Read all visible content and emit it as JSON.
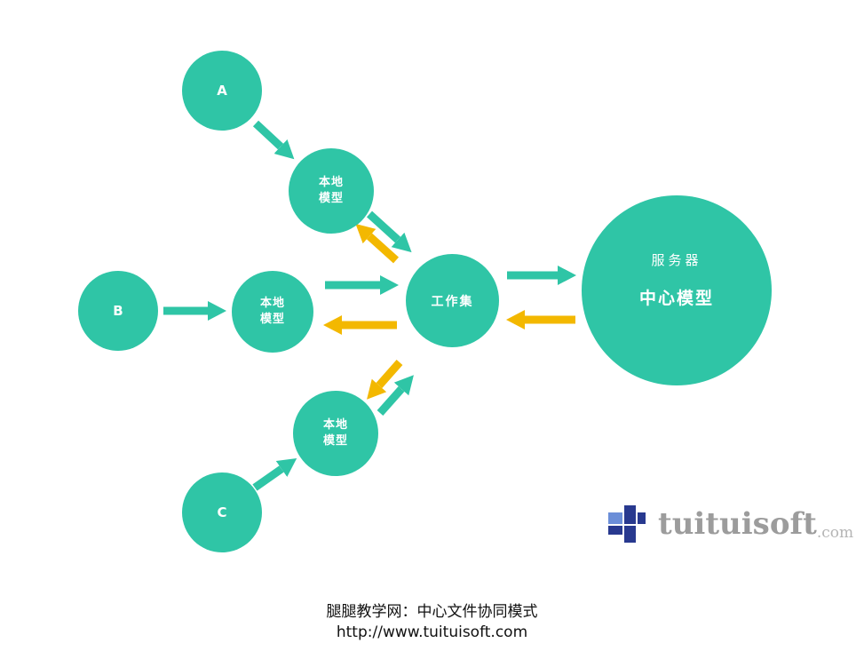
{
  "colors": {
    "node_fill": "#2fc5a6",
    "arrow_forward": "#2fc5a6",
    "arrow_back": "#f3b800",
    "logo_dark_blue": "#28398f",
    "logo_light_blue": "#6b8ed8",
    "logo_text_gray": "#9c9c9c"
  },
  "nodes": {
    "a": {
      "label": "A"
    },
    "b": {
      "label": "B"
    },
    "c": {
      "label": "C"
    },
    "local_top": {
      "line1": "本地",
      "line2": "模型"
    },
    "local_mid": {
      "line1": "本地",
      "line2": "模型"
    },
    "local_bottom": {
      "line1": "本地",
      "line2": "模型"
    },
    "workset": {
      "label": "工作集"
    },
    "server": {
      "title": "服务器",
      "subtitle": "中心模型"
    }
  },
  "edges": [
    {
      "from": "A",
      "to": "本地模型(上)",
      "direction": "forward",
      "color": "green"
    },
    {
      "from": "本地模型(上)",
      "to": "工作集",
      "direction": "forward",
      "color": "green"
    },
    {
      "from": "工作集",
      "to": "本地模型(上)",
      "direction": "back",
      "color": "yellow"
    },
    {
      "from": "B",
      "to": "本地模型(中)",
      "direction": "forward",
      "color": "green"
    },
    {
      "from": "本地模型(中)",
      "to": "工作集",
      "direction": "forward",
      "color": "green"
    },
    {
      "from": "工作集",
      "to": "本地模型(中)",
      "direction": "back",
      "color": "yellow"
    },
    {
      "from": "工作集",
      "to": "中心模型",
      "direction": "forward",
      "color": "green"
    },
    {
      "from": "中心模型",
      "to": "工作集",
      "direction": "back",
      "color": "yellow"
    },
    {
      "from": "本地模型(下)",
      "to": "工作集",
      "direction": "forward",
      "color": "green"
    },
    {
      "from": "工作集",
      "to": "本地模型(下)",
      "direction": "back",
      "color": "yellow"
    },
    {
      "from": "C",
      "to": "本地模型(下)",
      "direction": "forward",
      "color": "green"
    }
  ],
  "logo": {
    "name": "tuituisoft",
    "tld": ".com"
  },
  "footer": {
    "line1": "腿腿教学网：中心文件协同模式",
    "line2": "http://www.tuituisoft.com"
  }
}
